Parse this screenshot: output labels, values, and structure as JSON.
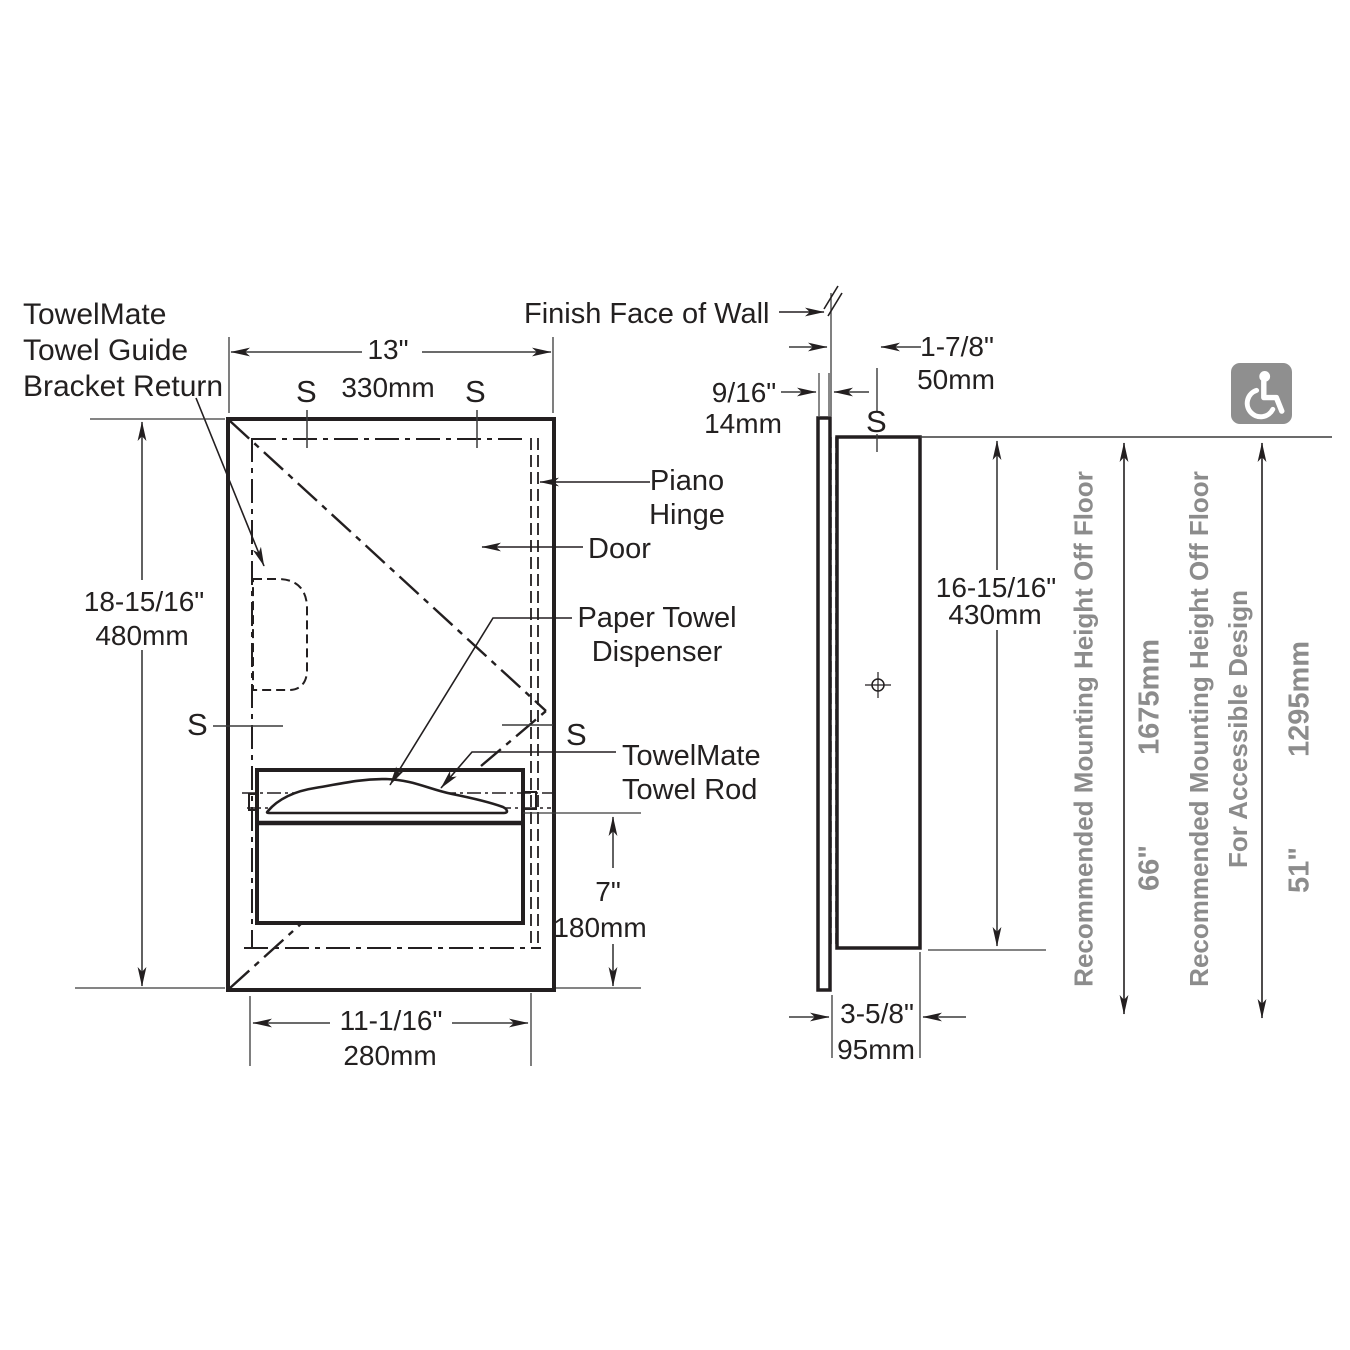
{
  "callouts": {
    "bracket_return_1": "TowelMate",
    "bracket_return_2": "Towel Guide",
    "bracket_return_3": "Bracket Return",
    "finish_face_of_wall": "Finish Face of Wall",
    "piano_hinge_1": "Piano",
    "piano_hinge_2": "Hinge",
    "door": "Door",
    "paper_towel_1": "Paper Towel",
    "paper_towel_2": "Dispenser",
    "towel_rod_1": "TowelMate",
    "towel_rod_2": "Towel Rod",
    "fastener_symbol": "S"
  },
  "dimensions": {
    "overall_width_in": "13\"",
    "overall_width_mm": "330mm",
    "overall_height_in": "18-15/16\"",
    "overall_height_mm": "480mm",
    "opening_width_in": "11-1/16\"",
    "opening_width_mm": "280mm",
    "lower_section_in": "7\"",
    "lower_section_mm": "180mm",
    "flange_projection_in": "9/16\"",
    "flange_projection_mm": "14mm",
    "wall_offset_in": "1-7/8\"",
    "wall_offset_mm": "50mm",
    "cabinet_height_in": "16-15/16\"",
    "cabinet_height_mm": "430mm",
    "cabinet_depth_in": "3-5/8\"",
    "cabinet_depth_mm": "95mm"
  },
  "mounting": {
    "standard_label": "Recommended Mounting Height Off Floor",
    "standard_value_in": "66\"",
    "standard_value_mm": "1675mm",
    "accessible_label_1": "Recommended Mounting Height Off Floor",
    "accessible_label_2": "For Accessible Design",
    "accessible_value_in": "51\"",
    "accessible_value_mm": "1295mm"
  },
  "icons": {
    "accessibility": "wheelchair-symbol"
  },
  "colors": {
    "line": "#231f20",
    "gray_text": "#8c8c8c",
    "icon_bg": "#8f8f8f"
  }
}
